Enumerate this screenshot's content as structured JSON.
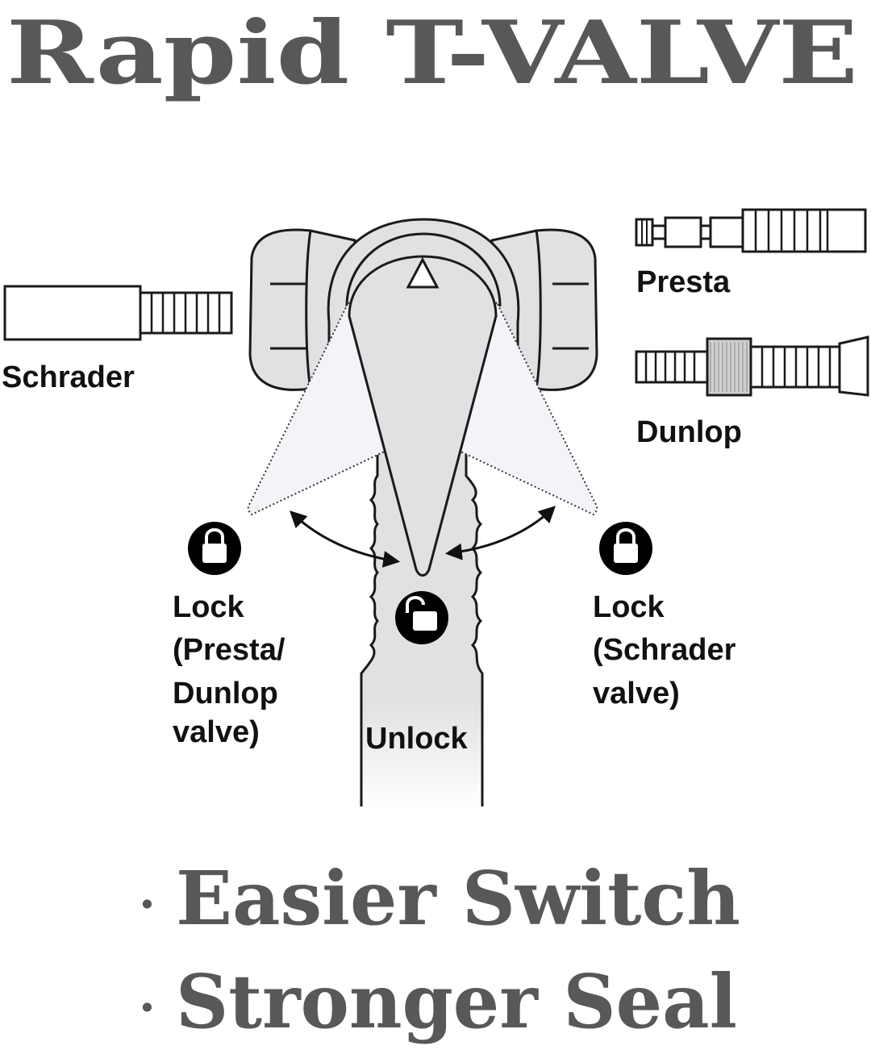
{
  "title": "Rapid T-VALVE",
  "valves": {
    "schrader": "Schrader",
    "presta": "Presta",
    "dunlop": "Dunlop"
  },
  "positions": {
    "lock_left": [
      "Lock",
      "(Presta/",
      "Dunlop",
      "valve)"
    ],
    "unlock": "Unlock",
    "lock_right": [
      "Lock",
      "(Schrader",
      "valve)"
    ]
  },
  "bullets": [
    "Easier Switch",
    "Stronger Seal"
  ],
  "bullet_mark": "·",
  "colors": {
    "title": "#58585a",
    "body_fill": "#e1e1e3",
    "outline": "#1a1a1a",
    "ghost_fill": "#f4f4f8",
    "icon_fill": "#000000"
  },
  "icons": {
    "lock_left": "lock-icon",
    "unlock": "unlock-icon",
    "lock_right": "lock-icon"
  }
}
